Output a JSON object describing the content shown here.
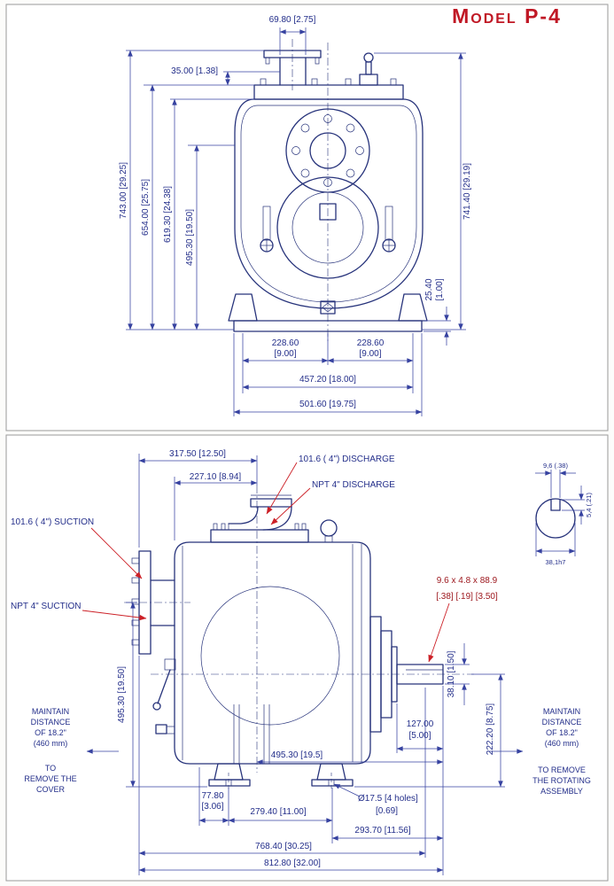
{
  "title": "Model P-4",
  "colors": {
    "line": "#27337b",
    "dim": "#3642a0",
    "text": "#232e8a",
    "red": "#cc2027",
    "dark_red": "#9e1a20",
    "title_red": "#c01825",
    "panel_border": "#9a9a9a",
    "background": "#fcfcfa"
  },
  "front_view": {
    "dim_discharge_width": "69.80 [2.75]",
    "dim_flange_to_cover": "35.00 [1.38]",
    "dim_height_743": "743.00 [29.25]",
    "dim_height_654": "654.00 [25.75]",
    "dim_height_619": "619.30 [24.38]",
    "dim_height_495": "495.30 [19.50]",
    "dim_height_741": "741.40 [29.19]",
    "dim_base_thick_mm": "25.40",
    "dim_base_thick_in": "[1.00]",
    "dim_foot_left_mm": "228.60",
    "dim_foot_left_in": "[9.00]",
    "dim_foot_right_mm": "228.60",
    "dim_foot_right_in": "[9.00]",
    "dim_feet_span": "457.20 [18.00]",
    "dim_base_width": "501.60 [19.75]"
  },
  "side_view": {
    "dim_suction_to_discharge": "317.50 [12.50]",
    "dim_cover_to_discharge": "227.10 [8.94]",
    "label_discharge_size": "101.6 ( 4\") DISCHARGE",
    "label_discharge_npt": "NPT 4\" DISCHARGE",
    "label_suction_size": "101.6 ( 4\") SUCTION",
    "label_suction_npt": "NPT 4\" SUCTION",
    "detail_key_width": "9,6 (.38)",
    "detail_key_depth": "5,4 (.21)",
    "detail_shaft_dia": "38,1h7",
    "dim_keyway_mm": "9.6 x 4.8 x 88.9",
    "dim_keyway_in": "[.38] [.19] [3.50]",
    "dim_shaft_dia": "38.10 [1.50]",
    "dim_suction_height": "495.30 [19.50]",
    "dim_shaft_ext_mm": "127.00",
    "dim_shaft_ext_in": "[5.00]",
    "dim_shaft_centerline_height": "222.20 [8.75]",
    "dim_cl_to_shaft_end": "495.30 [19.5]",
    "dim_foot_hole_offset_mm": "77.80",
    "dim_foot_hole_offset_in": "[3.06]",
    "dim_foot_span": "279.40 [11.00]",
    "label_holes": "Ø17.5 [4 holes]",
    "label_holes_in": "[0.69]",
    "dim_bearing_length": "293.70 [11.56]",
    "dim_length_768": "768.40 [30.25]",
    "dim_length_total": "812.80 [32.00]",
    "note_left_1": "MAINTAIN",
    "note_left_2": "DISTANCE",
    "note_left_3": "OF 18.2\"",
    "note_left_4": "(460 mm)",
    "note_left_5": "TO",
    "note_left_6": "REMOVE THE",
    "note_left_7": "COVER",
    "note_right_1": "MAINTAIN",
    "note_right_2": "DISTANCE",
    "note_right_3": "OF 18.2\"",
    "note_right_4": "(460 mm)",
    "note_right_5": "TO REMOVE",
    "note_right_6": "THE ROTATING",
    "note_right_7": "ASSEMBLY"
  }
}
